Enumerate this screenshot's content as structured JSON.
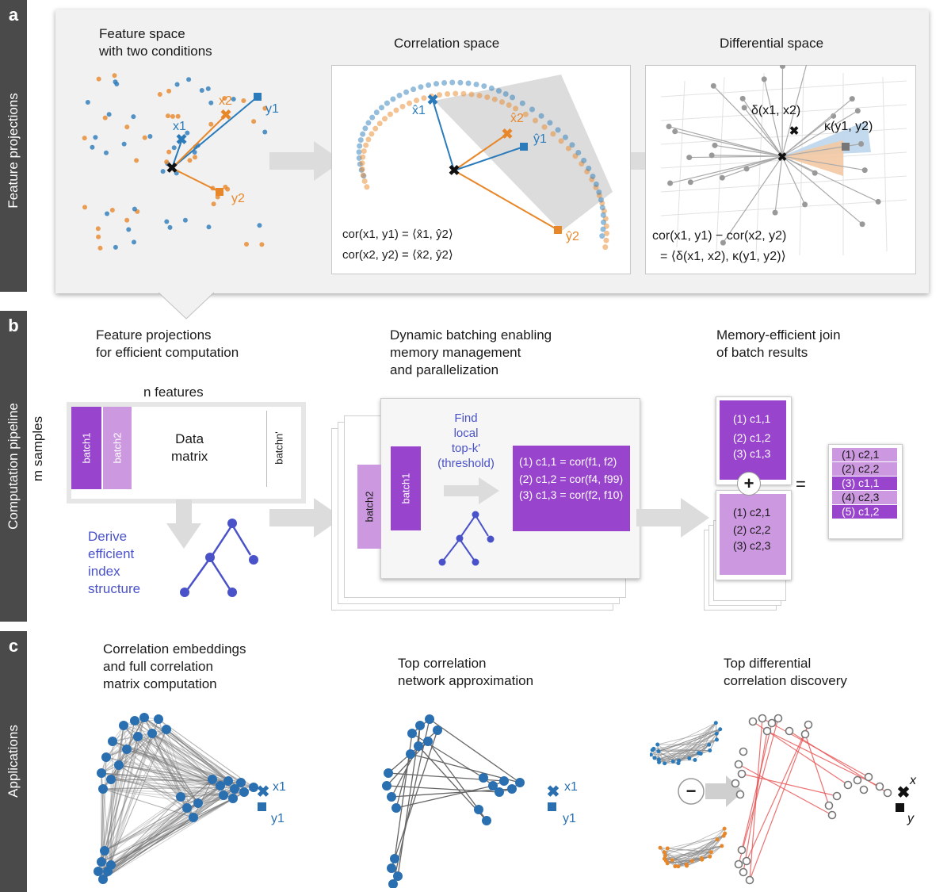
{
  "panels": [
    {
      "letter": "a",
      "label": "Feature projections"
    },
    {
      "letter": "b",
      "label": "Computation pipeline"
    },
    {
      "letter": "c",
      "label": "Applications"
    }
  ],
  "a": {
    "feature_title": "Feature space\nwith two conditions",
    "corr_title": "Correlation space",
    "diff_title": "Differential space",
    "labels": {
      "x1": "x1",
      "x2": "x2",
      "y1": "y1",
      "y2": "y2",
      "x1hat": "x̂1",
      "x2hat": "x̂2",
      "y1hat": "ŷ1",
      "y2hat": "ŷ2",
      "delta": "δ(x1, x2)",
      "kappa": "κ(y1, y2)"
    },
    "corr_formula_1": "cor(x1, y1) = ⟨x̂1, ŷ2⟩",
    "corr_formula_2": "cor(x2, y2) = ⟨x̂2, ŷ2⟩",
    "diff_formula_1": "cor(x1, y1) − cor(x2, y2)",
    "diff_formula_2": "= ⟨δ(x1, x2), κ(y1, y2)⟩"
  },
  "b": {
    "proj_title": "Feature projections\nfor efficient computation",
    "batch_title": "Dynamic batching enabling\nmemory management\nand parallelization",
    "join_title": "Memory-efficient join\nof batch results",
    "n_features": "n features",
    "m_samples": "m samples",
    "batch1": "batch1",
    "batch2": "batch2",
    "batchn": "batchn'",
    "data_matrix": "Data\nmatrix",
    "derive": "Derive\nefficient\nindex\nstructure",
    "find": "Find\nlocal\ntop-k'\n(threshold)",
    "local_results": [
      "(1) c1,1 = cor(f1, f2)",
      "(2) c1,2 = cor(f4, f99)",
      "(3) c1,3 = cor(f2, f10)"
    ],
    "batch1_results": [
      "(1) c1,1",
      "(2) c1,2",
      "(3) c1,3"
    ],
    "batch2_results": [
      "(1) c2,1",
      "(2) c2,2",
      "(3) c2,3"
    ],
    "plus": "+",
    "equals": "=",
    "merged": [
      "(1) c2,1",
      "(2) c2,2",
      "(3) c1,1",
      "(4) c2,3",
      "(5) c1,2"
    ]
  },
  "c": {
    "embed_title": "Correlation embeddings\nand full correlation\nmatrix computation",
    "network_title": "Top correlation\nnetwork approximation",
    "diff_title": "Top differential\ncorrelation discovery",
    "x1": "x1",
    "y1": "y1",
    "x": "x",
    "y": "y",
    "minus": "−"
  },
  "colors": {
    "orange": "#e8872a",
    "blue": "#2b7bba",
    "purple": "#9944cc",
    "light_purple": "#cc99e0",
    "index_blue": "#4a52c9",
    "red": "#e85050",
    "node_blue": "#2a6fb0"
  }
}
